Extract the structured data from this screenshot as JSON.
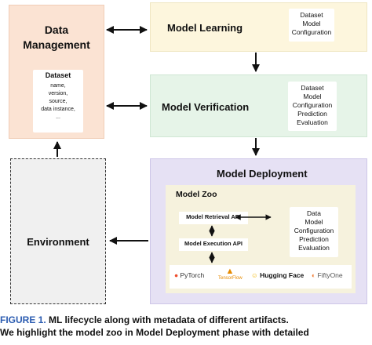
{
  "data_management": {
    "title_line1": "Data",
    "title_line2": "Management",
    "inner_title": "Dataset",
    "items": [
      "name,",
      "version,",
      "source,",
      "data instance,",
      "..."
    ]
  },
  "model_learning": {
    "title": "Model Learning",
    "meta": [
      "Dataset",
      "Model",
      "Configuration"
    ]
  },
  "model_verification": {
    "title": "Model Verification",
    "meta": [
      "Dataset",
      "Model",
      "Configuration",
      "Prediction",
      "Evaluation"
    ]
  },
  "model_deployment": {
    "title": "Model Deployment",
    "zoo_title": "Model Zoo",
    "retrieval_api": "Model Retrieval API",
    "execution_api": "Model Execution API",
    "meta": [
      "Data",
      "Model",
      "Configuration",
      "Prediction",
      "Evaluation"
    ],
    "logos": [
      "PyTorch",
      "TensorFlow",
      "Hugging Face",
      "FiftyOne"
    ]
  },
  "environment": {
    "title": "Environment"
  },
  "caption": {
    "label": "FIGURE 1.",
    "line1": "ML lifecycle along with metadata of different artifacts.",
    "line2": "We highlight the model zoo in Model Deployment phase with detailed"
  },
  "colors": {
    "data_management": "#fbe3d3",
    "model_learning": "#fdf6dd",
    "model_verification": "#e6f4e8",
    "model_deployment": "#e6e1f4",
    "model_zoo": "#f6f2dd",
    "environment": "#f0f0f0",
    "caption_label": "#2a5bb0"
  }
}
